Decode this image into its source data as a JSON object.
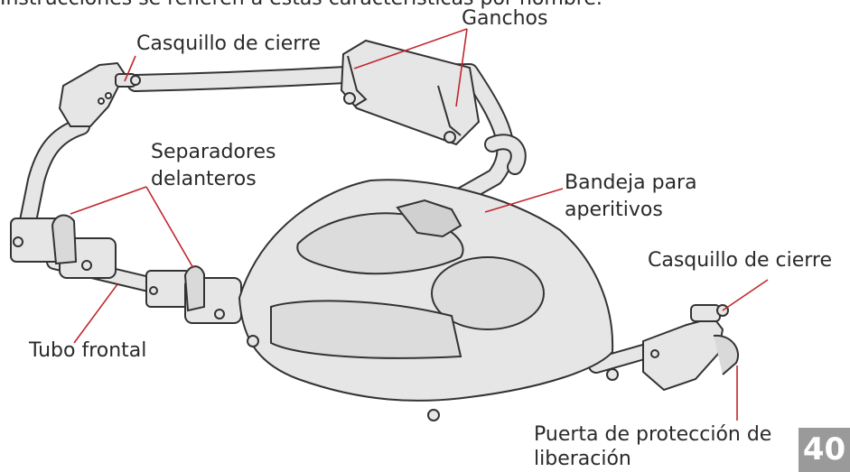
{
  "header": {
    "top_text": "Instrucciones se refieren a estas características por nombre."
  },
  "labels": {
    "ganchos": "Ganchos",
    "casquillo_izq": "Casquillo de cierre",
    "separadores_1": "Separadores",
    "separadores_2": "delanteros",
    "bandeja_1": "Bandeja para",
    "bandeja_2": "aperitivos",
    "casquillo_der": "Casquillo de cierre",
    "tubo_frontal": "Tubo frontal",
    "puerta_1": "Puerta de protección de",
    "puerta_2": "liberación"
  },
  "page_number": "40",
  "colors": {
    "leader": "#c0272d",
    "part_fill": "#e6e6e6",
    "part_stroke": "#333333",
    "page_box": "#9a9a9a"
  }
}
